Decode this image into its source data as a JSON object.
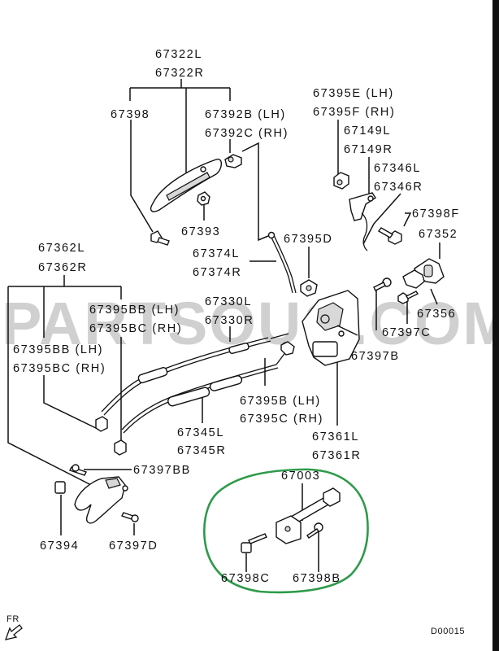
{
  "watermark": "PARTSOUQ.COM",
  "diagram_code": "D00015",
  "direction_marker": "FR",
  "highlight_color": "#2e9a4a",
  "labels": {
    "l67322L": "67322L",
    "l67322R": "67322R",
    "l67398": "67398",
    "l67392B": "67392B (LH)",
    "l67392C": "67392C (RH)",
    "l67393": "67393",
    "l67395E": "67395E (LH)",
    "l67395F": "67395F (RH)",
    "l67149L": "67149L",
    "l67149R": "67149R",
    "l67346L": "67346L",
    "l67346R": "67346R",
    "l67398F": "67398F",
    "l67352": "67352",
    "l67395D": "67395D",
    "l67374L": "67374L",
    "l67374R": "67374R",
    "l67362L": "67362L",
    "l67362R": "67362R",
    "l67330L": "67330L",
    "l67330R": "67330R",
    "l67395BB_1": "67395BB (LH)",
    "l67395BC_1": "67395BC (RH)",
    "l67395BB_2": "67395BB (LH)",
    "l67395BC_2": "67395BC (RH)",
    "l67356": "67356",
    "l67397C": "67397C",
    "l67397B": "67397B",
    "l67395B": "67395B (LH)",
    "l67395C": "67395C (RH)",
    "l67345L": "67345L",
    "l67345R": "67345R",
    "l67361L": "67361L",
    "l67361R": "67361R",
    "l67397BB": "67397BB",
    "l67394": "67394",
    "l67397D": "67397D",
    "l67003": "67003",
    "l67398C": "67398C",
    "l67398B": "67398B"
  }
}
